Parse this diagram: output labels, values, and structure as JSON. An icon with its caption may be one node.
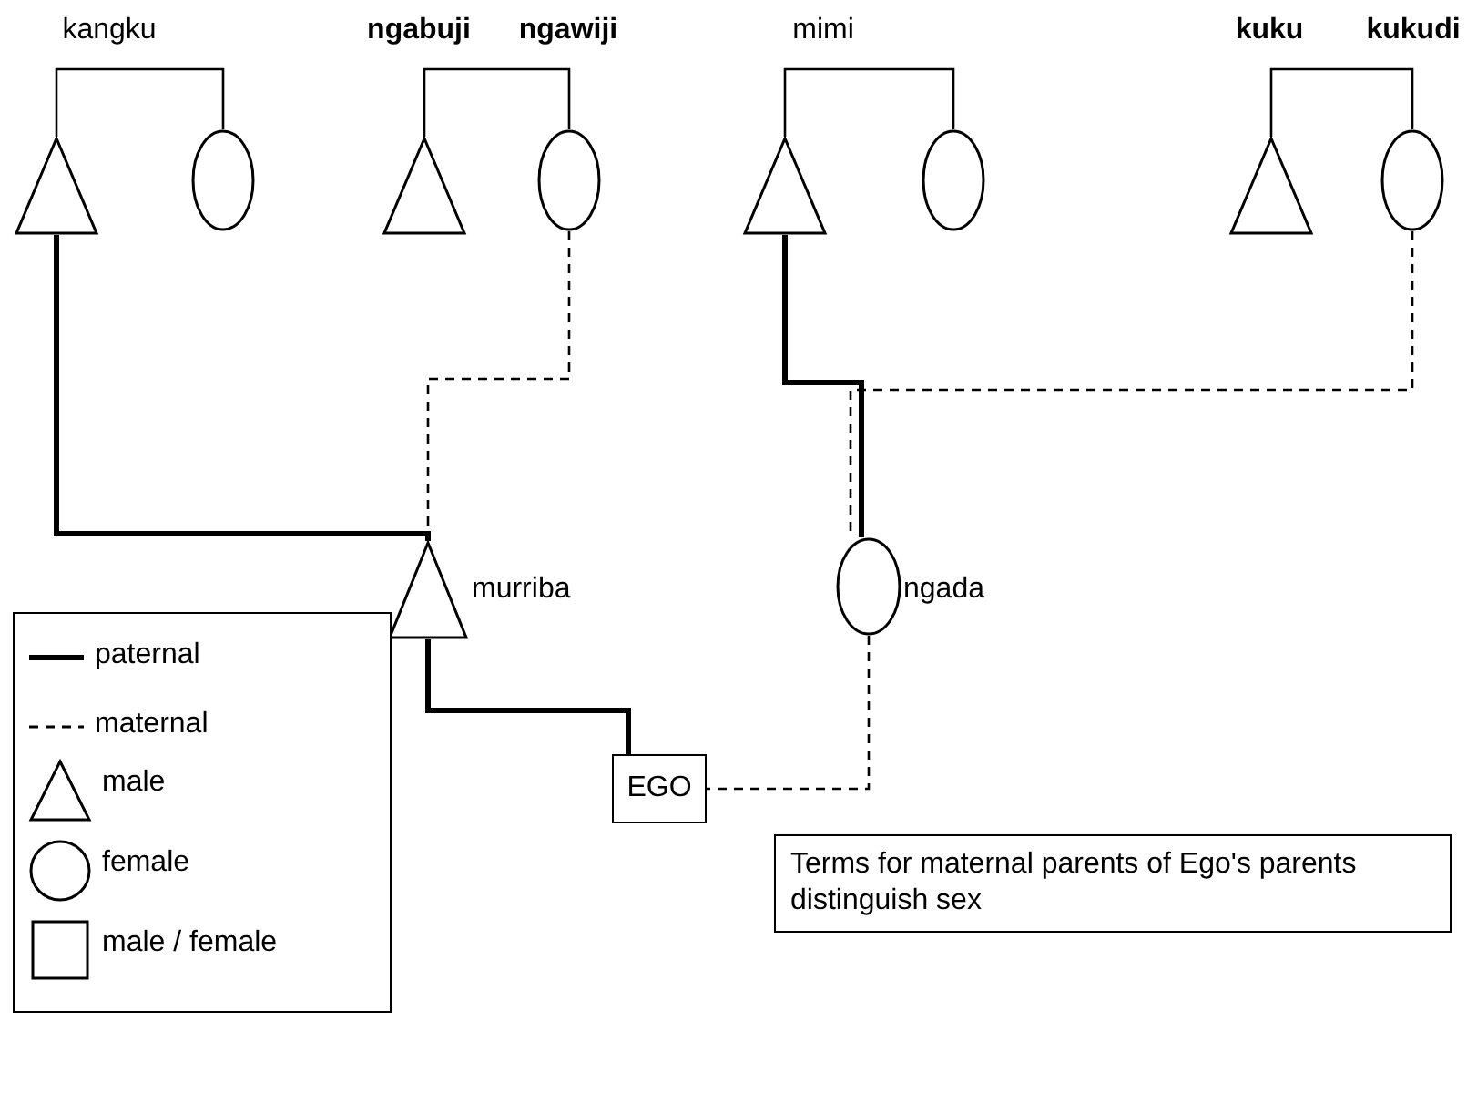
{
  "diagram": {
    "nodes": [
      {
        "text": [],
        "shape": "triangle"
      },
      {
        "text": [],
        "shape": "circle"
      },
      {
        "text": [],
        "shape": "triangle",
        "beside": [
          "ngabuji"
        ]
      },
      {
        "text": [],
        "shape": "circle",
        "beside": [
          "ngawiji"
        ]
      },
      {
        "text": [],
        "shape": "triangle"
      },
      {
        "text": [],
        "shape": "circle"
      },
      {
        "text": [],
        "shape": "triangle",
        "beside": [
          "kuku"
        ]
      },
      {
        "text": [],
        "shape": "circle",
        "beside": [
          "kukudi"
        ]
      },
      {
        "text": [],
        "shape": "triangle",
        "beside": [
          "murriba"
        ]
      },
      {
        "text": [],
        "shape": "circle",
        "beside": [
          "ngada"
        ]
      },
      {
        "text": [
          "EGO"
        ]
      }
    ],
    "edges": [
      {
        "from": 0,
        "to": 1,
        "arrow": "none",
        "label": "kangku"
      },
      {
        "from": 2,
        "to": 3,
        "arrow": "none"
      },
      {
        "from": 4,
        "to": 5,
        "arrow": "none",
        "label": "mimi"
      },
      {
        "from": 6,
        "to": 7,
        "arrow": "none"
      },
      {
        "from": 0,
        "to": 8,
        "arrow": "none",
        "style": "thick"
      },
      {
        "from": 3,
        "to": 8,
        "arrow": "none",
        "style": "dashed"
      },
      {
        "from": 4,
        "to": 9,
        "arrow": "none",
        "style": "thick"
      },
      {
        "from": 7,
        "to": 9,
        "arrow": "none",
        "style": "dashed"
      },
      {
        "from": 8,
        "to": 10,
        "arrow": "none",
        "style": "thick"
      },
      {
        "from": 9,
        "to": 10,
        "arrow": "none",
        "style": "dashed"
      }
    ],
    "labels": [
      "Terms for maternal parents of Ego's parents distinguish sex"
    ],
    "legend": [
      {
        "text": "paternal"
      },
      {
        "text": "maternal"
      },
      {
        "text": "male"
      },
      {
        "text": "female"
      },
      {
        "text": "male / female"
      }
    ]
  }
}
